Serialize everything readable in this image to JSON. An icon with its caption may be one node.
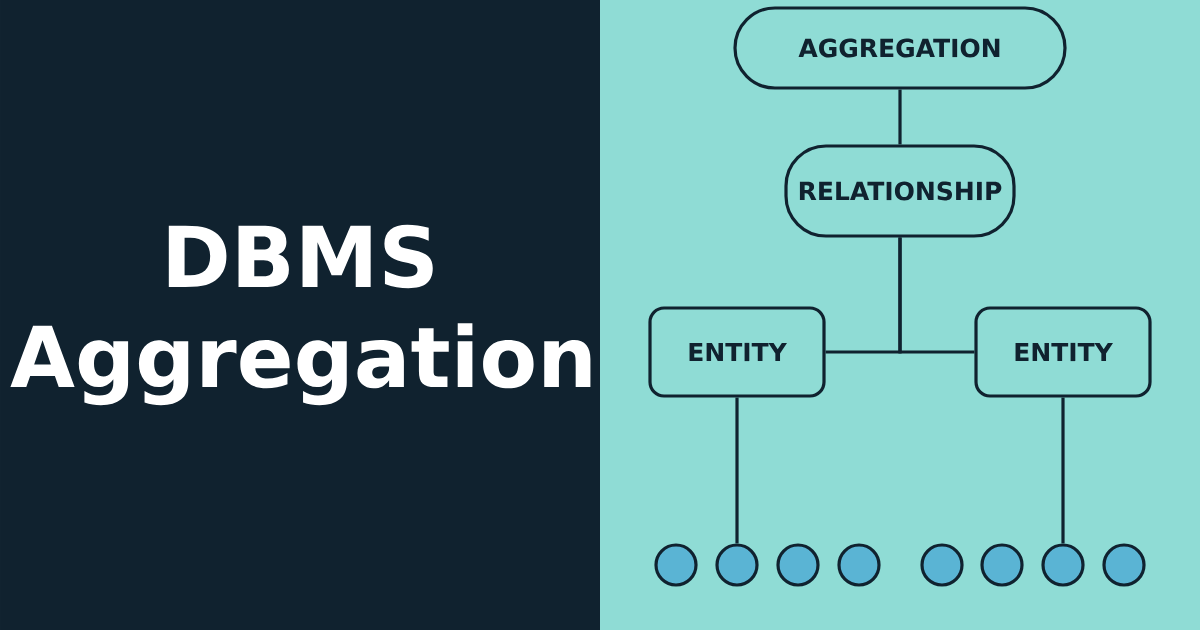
{
  "diagram": {
    "title": "DBMS Aggregation",
    "nodes": [
      {
        "text": [
          "AGGREGATION"
        ]
      },
      {
        "text": [
          "RELATIONSHIP"
        ]
      },
      {
        "text": [
          "ENTITY"
        ]
      },
      {
        "text": [
          "ENTITY"
        ]
      },
      {
        "text": [],
        "shape": "circle"
      },
      {
        "text": [],
        "shape": "circle"
      },
      {
        "text": [],
        "shape": "circle"
      },
      {
        "text": [],
        "shape": "circle"
      },
      {
        "text": [],
        "shape": "circle"
      },
      {
        "text": [],
        "shape": "circle"
      },
      {
        "text": [],
        "shape": "circle"
      },
      {
        "text": [],
        "shape": "circle"
      }
    ],
    "edges": [
      {
        "from": 0,
        "to": 1,
        "arrow": "none"
      },
      {
        "from": 1,
        "to": 2,
        "arrow": "none"
      },
      {
        "from": 1,
        "to": 3,
        "arrow": "none"
      },
      {
        "from": 2,
        "to": 5,
        "arrow": "none"
      },
      {
        "from": 3,
        "to": 10,
        "arrow": "none"
      }
    ]
  }
}
